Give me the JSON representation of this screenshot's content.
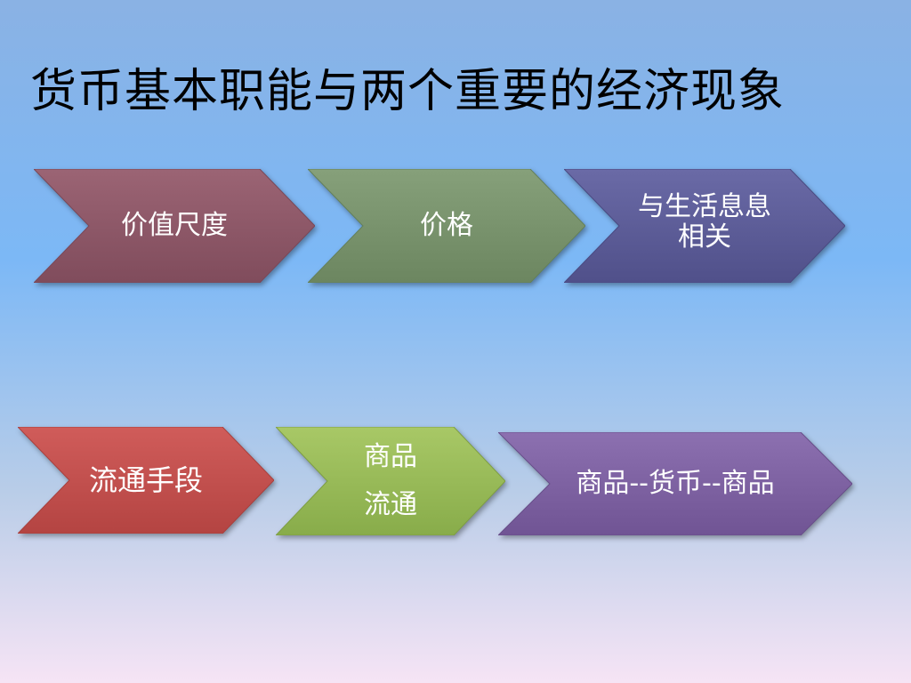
{
  "title": "货币基本职能与两个重要的经济现象",
  "row1": [
    {
      "lines": [
        "价值尺度"
      ],
      "color": "#8a5464"
    },
    {
      "lines": [
        "价格"
      ],
      "color": "#76906a"
    },
    {
      "lines": [
        "与生活息息",
        "相关"
      ],
      "color": "#5a5a94"
    }
  ],
  "row2": [
    {
      "lines": [
        "流通手段"
      ],
      "color": "#c24e4c"
    },
    {
      "lines": [
        "商品",
        "流通"
      ],
      "color": "#98bb58"
    },
    {
      "lines": [
        "商品--货币--商品"
      ],
      "color": "#7d60a2"
    }
  ]
}
